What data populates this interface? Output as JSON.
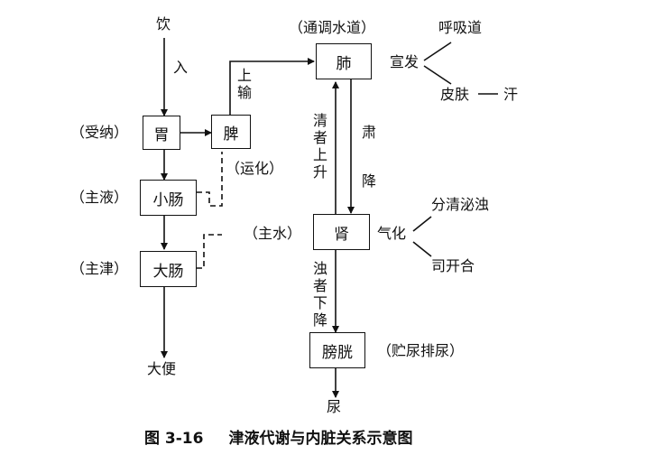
{
  "diagram": {
    "nodes": {
      "stomach": "胃",
      "spleen": "脾",
      "lung": "肺",
      "small_intestine": "小肠",
      "large_intestine": "大肠",
      "kidney": "肾",
      "bladder": "膀胱"
    },
    "roles": {
      "stomach": "（受纳）",
      "spleen": "（运化）",
      "lung": "（通调水道）",
      "small_intestine": "（主液）",
      "large_intestine": "（主津）",
      "kidney": "（主水）",
      "bladder": "（贮尿排尿）"
    },
    "edge_labels": {
      "intake_source": "饮",
      "intake": "入",
      "spleen_to_lung": "上输",
      "lung_dispersing": "宣发",
      "respiratory_tract": "呼吸道",
      "skin": "皮肤",
      "sweat": "汗",
      "lung_descending": "肃降",
      "clear_ascend": "清者上升",
      "kidney_qi": "气化",
      "separate_clear_turbid": "分清泌浊",
      "open_close": "司开合",
      "turbid_descend": "浊者下降",
      "stool": "大便",
      "urine": "尿"
    }
  },
  "figure": {
    "number": "图 3-16",
    "title": "津液代谢与内脏关系示意图"
  }
}
